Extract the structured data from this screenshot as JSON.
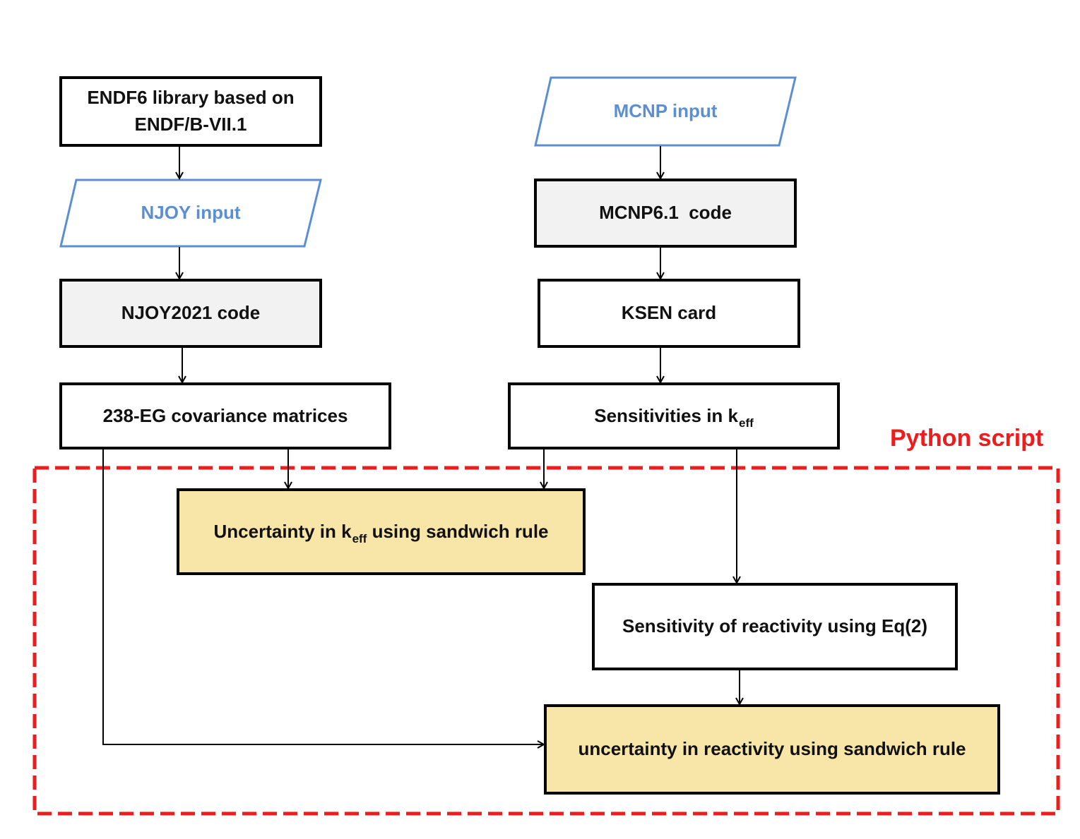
{
  "nodes": {
    "endf6": {
      "line1": "ENDF6 library based on",
      "line2": "ENDF/B-VII.1"
    },
    "njoy_input": {
      "label": "NJOY input"
    },
    "njoy_code": {
      "label": "NJOY2021 code"
    },
    "covariance": {
      "label": "238-EG covariance matrices"
    },
    "mcnp_input": {
      "label": "MCNP input"
    },
    "mcnp_code": {
      "label": "MCNP6.1  code"
    },
    "ksen": {
      "label": "KSEN card"
    },
    "sensitivities": {
      "label": "Sensitivities in k",
      "sub": "eff"
    },
    "unc_keff": {
      "before": "Uncertainty in k",
      "sub": "eff",
      "after": " using sandwich rule"
    },
    "sens_reactivity": {
      "label": "Sensitivity of reactivity using Eq(2)"
    },
    "unc_reactivity": {
      "label": "uncertainty in reactivity using sandwich rule"
    }
  },
  "group": {
    "label": "Python script"
  },
  "colors": {
    "code_fill": "#f2f2f2",
    "result_fill": "#f8e6a8",
    "input_border": "#5b8fd1",
    "group_border": "#ee1c1c",
    "box_border": "#000000"
  }
}
